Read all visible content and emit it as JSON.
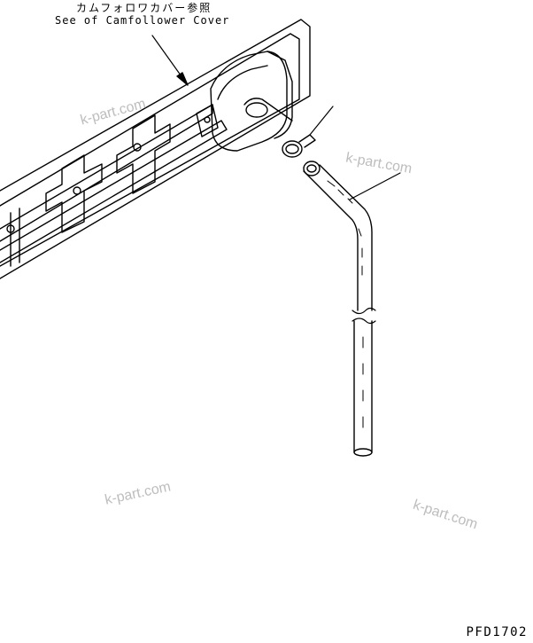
{
  "labels": {
    "japanese": "カムフォロワカバー参照",
    "english": "See of Camfollower Cover"
  },
  "figure_code": "PFD1702",
  "watermarks": [
    "k-part.com",
    "k-part.com",
    "k-part.com",
    "k-part.com"
  ],
  "colors": {
    "line": "#000000",
    "watermark": "#bdbdbd",
    "background": "#ffffff"
  }
}
